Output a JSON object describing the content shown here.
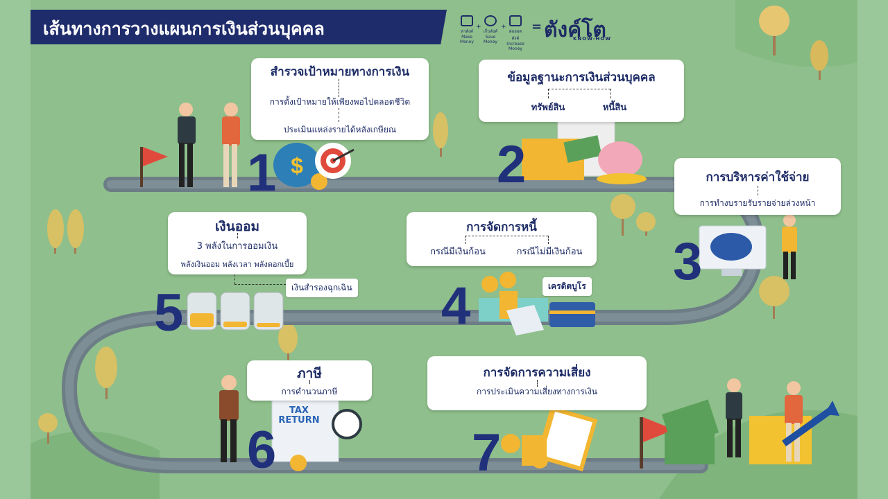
{
  "page_title": "เส้นทางการวางแผนการเงินส่วนบุคคล",
  "logo": {
    "name": "ตังค์โต",
    "sub": "KNOW-HOW",
    "items": [
      {
        "th": "หาตังค์",
        "en": "Make Money"
      },
      {
        "th": "เก็บตังค์",
        "en": "Save Money"
      },
      {
        "th": "ต่อยอดตังค์",
        "en": "Increase Money"
      }
    ],
    "plus": "+",
    "equals": "="
  },
  "steps": [
    {
      "number": "1",
      "title": "สำรวจเป้าหมายทางการเงิน",
      "lines": [
        "การตั้งเป้าหมายให้เพียงพอไปตลอดชีวิต",
        "ประเมินแหล่งรายได้หลังเกษียณ"
      ]
    },
    {
      "number": "2",
      "title": "ข้อมูลฐานะการเงินส่วนบุคคล",
      "lines": [
        "ทรัพย์สิน",
        "หนี้สิน"
      ]
    },
    {
      "number": "3",
      "title": "การบริหารค่าใช้จ่าย",
      "lines": [
        "การทำงบรายรับรายจ่ายล่วงหน้า"
      ]
    },
    {
      "number": "4",
      "title": "การจัดการหนี้",
      "lines": [
        "กรณีมีเงินก้อน",
        "กรณีไม่มีเงินก้อน"
      ],
      "tag": "เครดิตบูโร"
    },
    {
      "number": "5",
      "title": "เงินออม",
      "lines": [
        "3 พลังในการออมเงิน",
        "พลังเงินออม พลังเวลา พลังดอกเบี้ย"
      ],
      "tag": "เงินสำรองฉุกเฉิน"
    },
    {
      "number": "6",
      "title": "ภาษี",
      "lines": [
        "การคำนวนภาษี"
      ],
      "sign": "TAX RETURN"
    },
    {
      "number": "7",
      "title": "การจัดการความเสี่ยง",
      "lines": [
        "การประเมินความเสี่ยงทางการเงิน"
      ]
    }
  ],
  "colors": {
    "navy": "#1f2c6b",
    "bg": "#8fbf8c",
    "road": "#5f6f80",
    "gold": "#f2b632"
  }
}
